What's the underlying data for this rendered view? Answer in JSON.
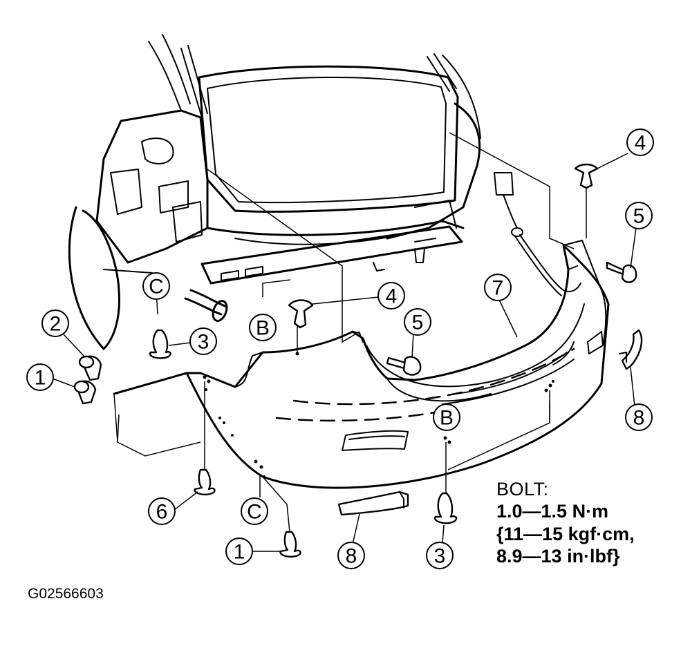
{
  "callouts": {
    "c1a": "1",
    "c1b": "1",
    "c2": "2",
    "c3a": "3",
    "c3b": "3",
    "c4a": "4",
    "c4b": "4",
    "c5a": "5",
    "c5b": "5",
    "c6": "6",
    "c7": "7",
    "c8a": "8",
    "c8b": "8",
    "cCa": "C",
    "cCb": "C",
    "cBa": "B",
    "cBb": "B"
  },
  "spec": {
    "heading": "BOLT:",
    "torque_nm": "1.0—1.5 N·m",
    "torque_kgf": "{11—15 kgf·cm,",
    "torque_inlbf": "8.9—13 in·lbf}"
  },
  "figure_code": "G02566603"
}
